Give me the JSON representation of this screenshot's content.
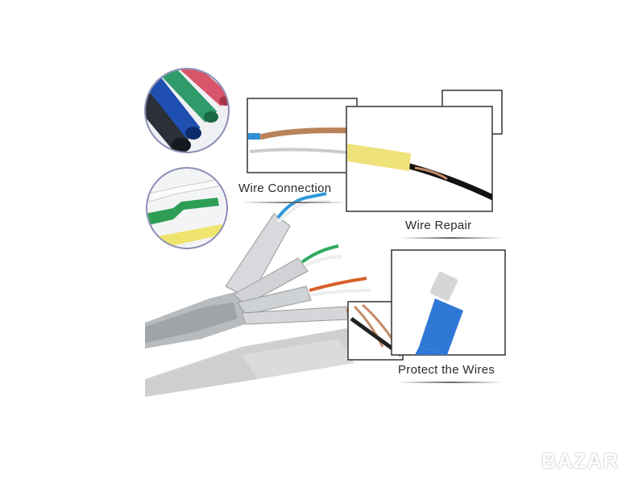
{
  "labels": {
    "wire_connection": "Wire Connection",
    "wire_repair": "Wire Repair",
    "protect_wires": "Protect the Wires"
  },
  "watermark": "BAZAR",
  "colors": {
    "tube_black": "#2b2f38",
    "tube_blue": "#1f4fb0",
    "tube_green": "#2f9a6a",
    "tube_red": "#d8556a",
    "sleeve_yellow": "#efe27a",
    "sleeve_blue": "#2f78d6",
    "copper": "#b9835a"
  }
}
